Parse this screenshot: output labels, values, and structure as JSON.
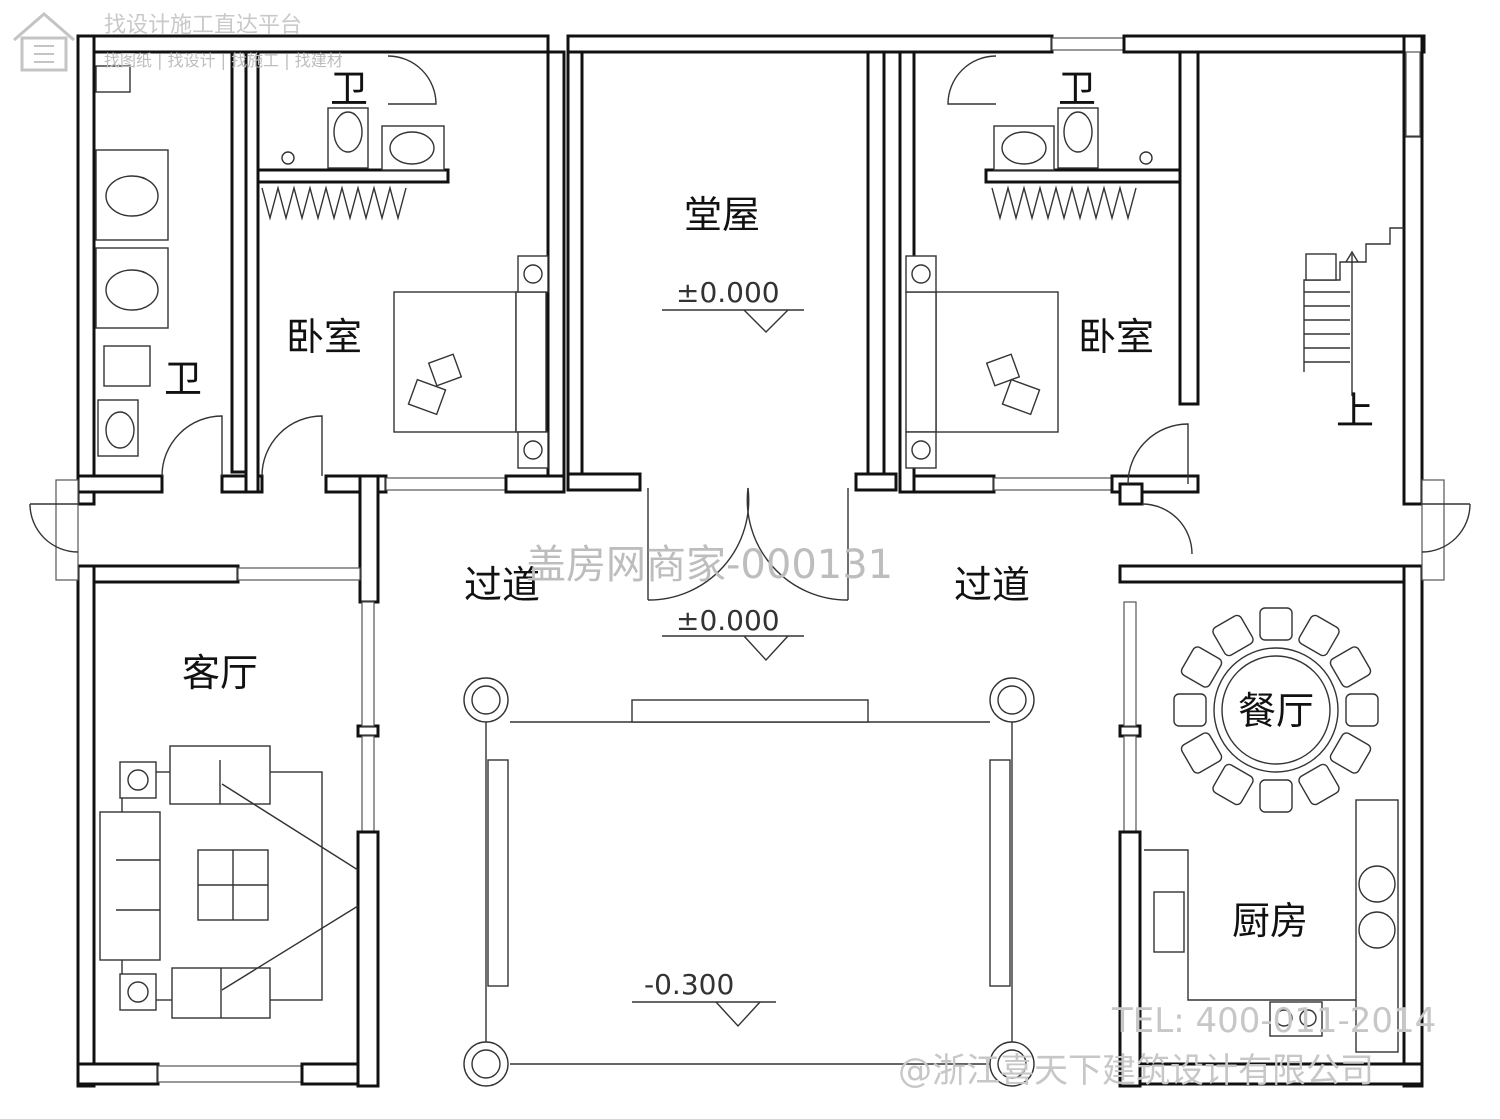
{
  "watermarks": {
    "platform_title": "找设计施工直达平台",
    "platform_links": "找图纸 | 找设计 | 找施工 | 找建材",
    "center_mark": "盖房网商家-000131",
    "phone": "TEL: 400-011-2014",
    "company": "@浙江喜天下建筑设计有限公司"
  },
  "rooms": {
    "bath_left_large": "卫",
    "bath_left_small": "卫",
    "bath_right": "卫",
    "bedroom_left": "卧室",
    "bedroom_right": "卧室",
    "hall": "堂屋",
    "corridor_left": "过道",
    "corridor_right": "过道",
    "living_room": "客厅",
    "dining_room": "餐厅",
    "kitchen": "厨房",
    "stairs_up": "上"
  },
  "elevations": {
    "hall_level": "±0.000",
    "corridor_level": "±0.000",
    "courtyard_level": "-0.300"
  },
  "icons": [
    "house-logo-icon",
    "toilet-icon",
    "sink-icon",
    "bed-icon",
    "sofa-icon",
    "dining-table-icon",
    "stair-arrow-icon",
    "column-icon",
    "washing-machine-icon"
  ]
}
